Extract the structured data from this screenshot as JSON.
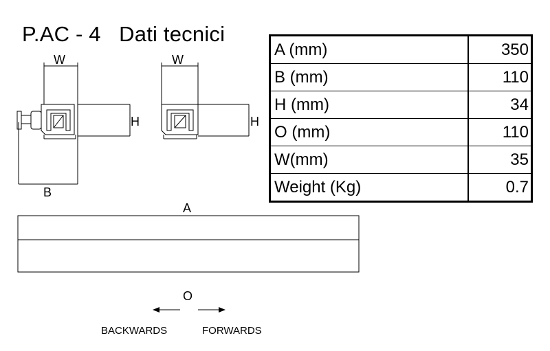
{
  "title": "P.AC - 4   Dati tecnici",
  "specs": [
    {
      "label": "A (mm)",
      "value": "350"
    },
    {
      "label": "B (mm)",
      "value": "110"
    },
    {
      "label": "H (mm)",
      "value": "34"
    },
    {
      "label": "O (mm)",
      "value": "110"
    },
    {
      "label": "W(mm)",
      "value": "35"
    },
    {
      "label": "Weight (Kg)",
      "value": "0.7"
    }
  ],
  "diagram": {
    "dim_w": "W",
    "dim_h": "H",
    "dim_b": "B",
    "dim_a": "A",
    "dim_o": "O",
    "backwards": "BACKWARDS",
    "forwards": "FORWARDS"
  }
}
